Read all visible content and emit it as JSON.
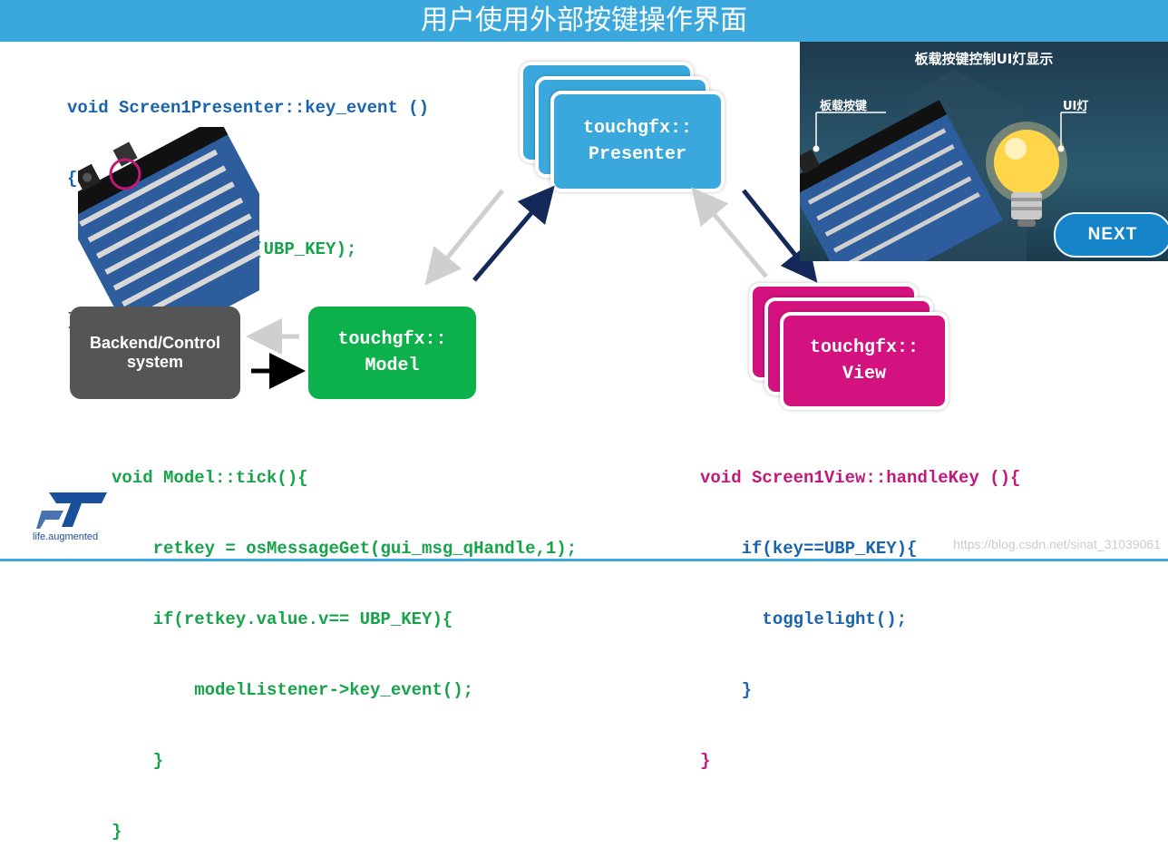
{
  "title": "用户使用外部按键操作界面",
  "presenter_code": {
    "line1": "void Screen1Presenter::key_event ()",
    "line2": "{",
    "line3": "    view.handleKey(UBP_KEY);",
    "line4": "}"
  },
  "model_code": {
    "line1": "void Model::tick(){",
    "line2": "    retkey = osMessageGet(gui_msg_qHandle,1);",
    "line3": "    if(retkey.value.v== UBP_KEY){",
    "line4": "        modelListener->key_event();",
    "line5": "    }",
    "line6": "}"
  },
  "view_code": {
    "line1": "void Screen1View::handleKey (){",
    "line2": "    if(key==UBP_KEY){",
    "line3": "      togglelight();",
    "line4": "    }",
    "line5": "}"
  },
  "nodes": {
    "presenter": {
      "line1": "touchgfx::",
      "line2": "Presenter"
    },
    "model": {
      "line1": "touchgfx::",
      "line2": "Model"
    },
    "view": {
      "line1": "touchgfx::",
      "line2": "View"
    },
    "backend": {
      "line1": "Backend/Control",
      "line2": "system"
    }
  },
  "ui_panel": {
    "title": "板载按键控制UI灯显示",
    "label_button": "板载按键",
    "label_light": "UI灯",
    "next_button": "NEXT"
  },
  "logo": {
    "tagline": "life.augmented"
  },
  "watermark": "https://blog.csdn.net/sinat_31039061",
  "colors": {
    "presenter": "#3aa8dc",
    "model": "#0db14b",
    "view": "#d4127f",
    "backend": "#555555",
    "arrow_dark": "#14285a",
    "arrow_light": "#cfcfcf",
    "title_bar": "#3aa8dc"
  }
}
